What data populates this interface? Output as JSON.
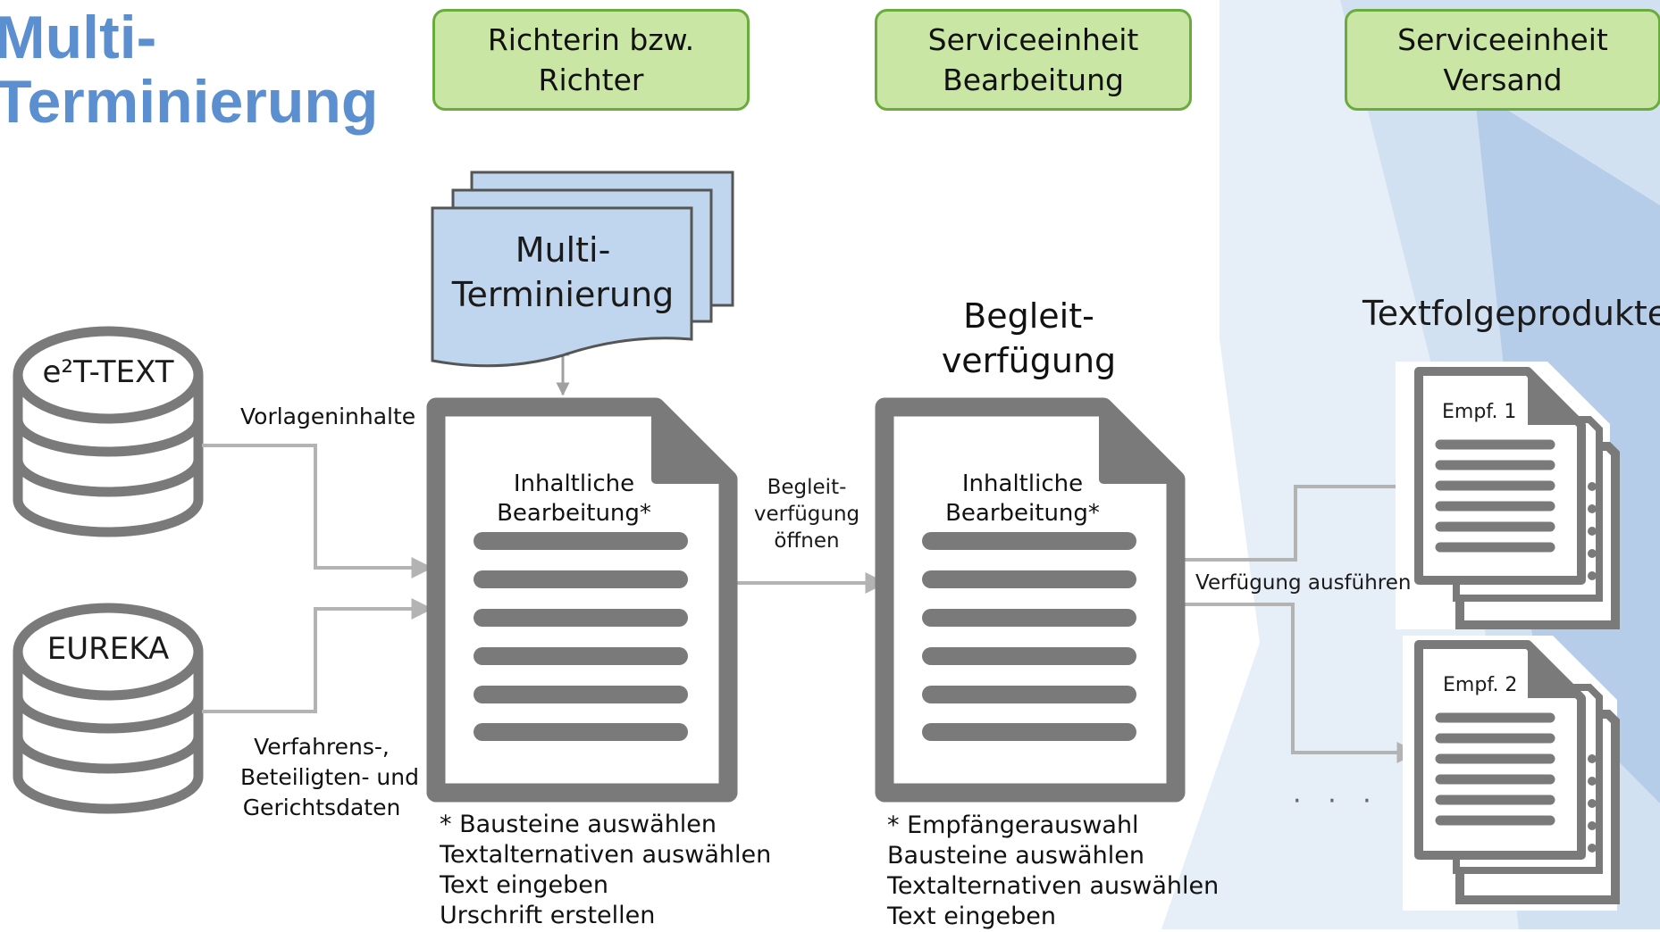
{
  "title": {
    "line1": "Multi-",
    "line2": "Terminierung"
  },
  "roles": [
    {
      "line1": "Richterin bzw.",
      "line2": "Richter"
    },
    {
      "line1": "Serviceeinheit",
      "line2": "Bearbeitung"
    },
    {
      "line1": "Serviceeinheit",
      "line2": "Versand"
    }
  ],
  "databases": {
    "e2t": "e²T-TEXT",
    "eureka": "EUREKA"
  },
  "labels": {
    "vorlageninhalte": "Vorlageninhalte",
    "verfahrens": [
      "Verfahrens-,",
      "Beteiligten- und",
      "Gerichtsdaten"
    ],
    "begleit_open": [
      "Begleit-",
      "verfügung",
      "öffnen"
    ],
    "ausfuehren": "Verfügung ausführen",
    "ellipsis": "· · ·"
  },
  "multi_doc": {
    "line1": "Multi-",
    "line2": "Terminierung"
  },
  "begleit_heading": {
    "line1": "Begleit-",
    "line2": "verfügung"
  },
  "textfolge_heading": "Textfolgeprodukte",
  "doc1": {
    "line1": "Inhaltliche",
    "line2": "Bearbeitung*"
  },
  "doc2": {
    "line1": "Inhaltliche",
    "line2": "Bearbeitung*"
  },
  "recipients": {
    "r1": "Empf. 1",
    "r2": "Empf. 2"
  },
  "steps1": [
    "* Bausteine auswählen",
    "Textalternativen auswählen",
    "Text eingeben",
    "Urschrift erstellen"
  ],
  "steps2": [
    "* Empfängerauswahl",
    "Bausteine auswählen",
    "Textalternativen auswählen",
    "Text eingeben"
  ],
  "colors": {
    "title": "#5b8fd0",
    "header_fill": "#c9e6a4",
    "header_border": "#6aab3e",
    "doc_gray": "#7a7a7a",
    "multi_fill": "#c0d6ee",
    "connector": "#b3b3b3"
  }
}
